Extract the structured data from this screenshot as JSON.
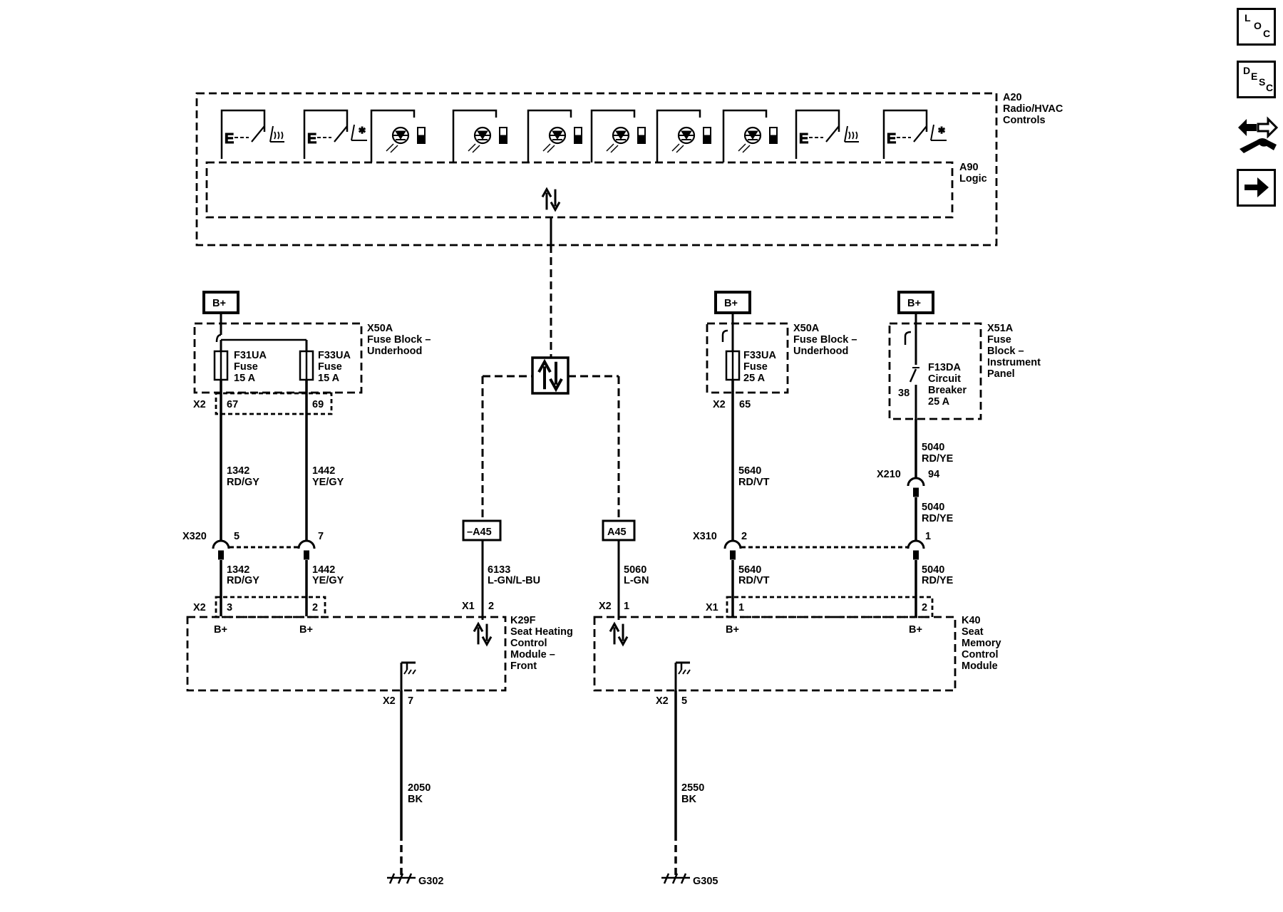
{
  "nav": {
    "loc": [
      "L",
      "O",
      "C"
    ],
    "desc": [
      "D",
      "E",
      "S",
      "C"
    ],
    "icons": [
      "location-icon",
      "description-icon",
      "connector-wrench-icon",
      "next-arrow-icon"
    ]
  },
  "a20": {
    "ref": "A20",
    "name": [
      "Radio/HVAC",
      "Controls"
    ]
  },
  "a90": {
    "ref": "A90",
    "name": "Logic"
  },
  "bplus": "B+",
  "fuseblock_uh_left": {
    "ref": "X50A",
    "name": [
      "Fuse Block –",
      "Underhood"
    ]
  },
  "f31ua": {
    "ref": "F31UA",
    "type": "Fuse",
    "rating": "15 A"
  },
  "f33ua_left": {
    "ref": "F33UA",
    "type": "Fuse",
    "rating": "15 A"
  },
  "fuseblock_uh_right": {
    "ref": "X50A",
    "name": [
      "Fuse Block –",
      "Underhood"
    ]
  },
  "f33ua_right": {
    "ref": "F33UA",
    "type": "Fuse",
    "rating": "25 A"
  },
  "fuseblock_ip": {
    "ref": "X51A",
    "name": [
      "Fuse",
      "Block –",
      "Instrument",
      "Panel"
    ]
  },
  "f13da": {
    "ref": "F13DA",
    "lines": [
      "Circuit",
      "Breaker",
      "25 A"
    ],
    "pin": "38"
  },
  "conn": {
    "x2": "X2",
    "x1": "X1",
    "x320": "X320",
    "x310": "X310",
    "x210": "X210",
    "p67": "67",
    "p69": "69",
    "p65": "65",
    "p5": "5",
    "p7": "7",
    "p2": "2",
    "p1": "1",
    "p3": "3",
    "p94": "94"
  },
  "wires": {
    "w1342": {
      "num": "1342",
      "color": "RD/GY"
    },
    "w1442": {
      "num": "1442",
      "color": "YE/GY"
    },
    "w5640": {
      "num": "5640",
      "color": "RD/VT"
    },
    "w5040": {
      "num": "5040",
      "color": "RD/YE"
    },
    "w6133": {
      "num": "6133",
      "color": "L-GN/L-BU"
    },
    "w5060": {
      "num": "5060",
      "color": "L-GN"
    },
    "w2050": {
      "num": "2050",
      "color": "BK"
    },
    "w2550": {
      "num": "2550",
      "color": "BK"
    }
  },
  "refs": {
    "a45_left": "–A45",
    "a45_right": "A45"
  },
  "k29f": {
    "ref": "K29F",
    "name": [
      "Seat Heating",
      "Control",
      "Module –",
      "Front"
    ]
  },
  "k40": {
    "ref": "K40",
    "name": [
      "Seat",
      "Memory",
      "Control",
      "Module"
    ]
  },
  "grounds": {
    "g302": "G302",
    "g305": "G305"
  }
}
